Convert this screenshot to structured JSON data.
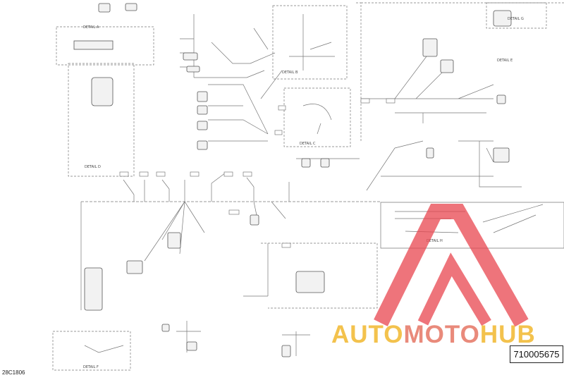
{
  "sheet_code": "28C1806",
  "part_number": "710005675",
  "watermark": {
    "part1": "AUTO",
    "part2": "MOTO",
    "part3": "HUB"
  },
  "details": {
    "a": "DETAIL A",
    "b": "DETAIL B",
    "c": "DETAIL C",
    "d": "DETAIL D",
    "e": "DETAIL E",
    "f": "DETAIL F",
    "g": "DETAIL G",
    "h": "DETAIL H"
  },
  "colors": {
    "line": "#6e6e6e",
    "watermark_red": "#e9464f",
    "watermark_yellow": "#f3c24d",
    "watermark_pink": "#e98a7b"
  }
}
